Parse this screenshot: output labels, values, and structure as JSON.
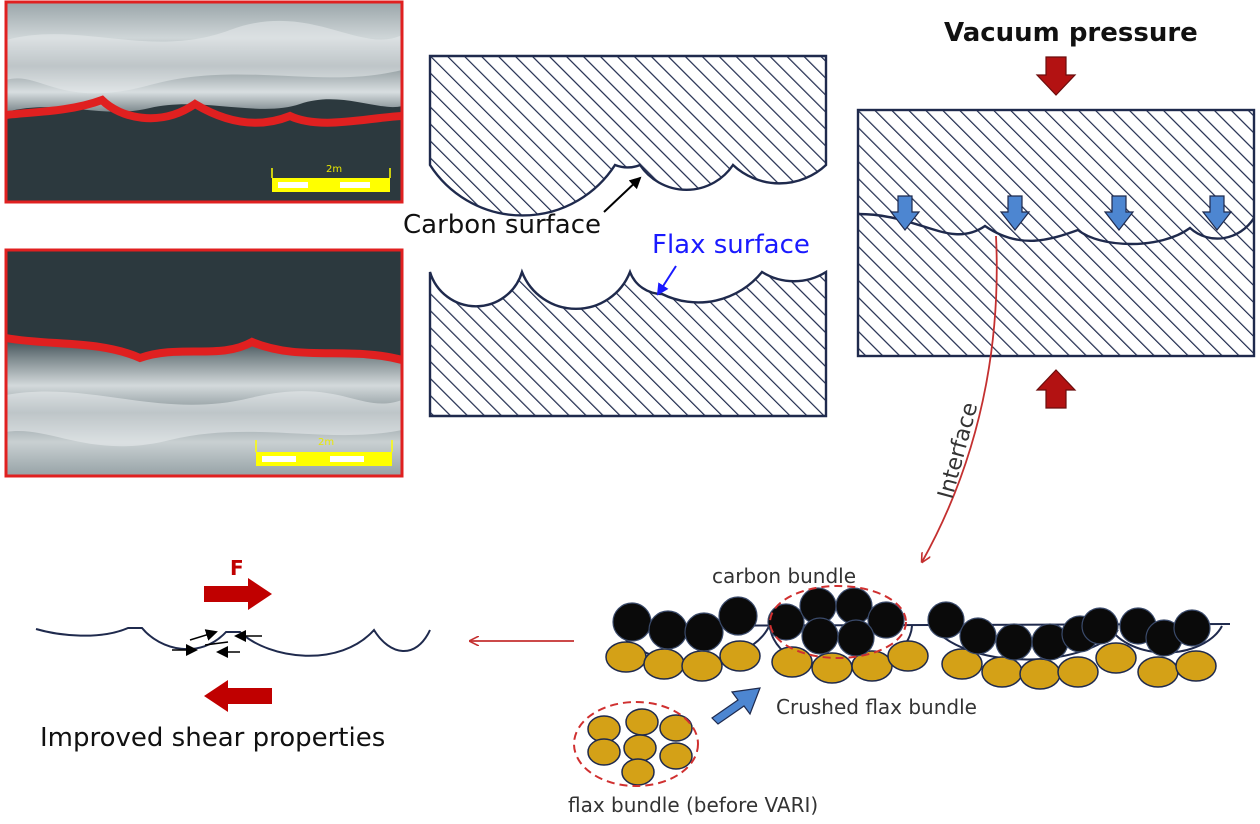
{
  "labels": {
    "carbon_surface": "Carbon surface",
    "flax_surface": "Flax surface",
    "vacuum_pressure": "Vacuum pressure",
    "interface": "Interface",
    "carbon_bundle": "carbon bundle",
    "crushed_flax_bundle": "Crushed flax bundle",
    "flax_bundle_before": "flax bundle (before VARI)",
    "force": "F",
    "improved_shear": "Improved shear properties",
    "scale_top": "2m",
    "scale_bottom": "2m"
  },
  "colors": {
    "outline_navy": "#1f2a4d",
    "red_arrow": "#b31212",
    "blue_arrow": "#4d86d1",
    "micrograph_border": "#e02020",
    "carbon_fiber": "#0a0a0a",
    "flax_fiber": "#d4a117",
    "scale_bar": "#ffff00",
    "label_blue": "#1a1aff"
  },
  "icons": {
    "pressure_arrow": "down-arrow-icon",
    "pressure_arrow_up": "up-arrow-icon",
    "blue_arrows": "down-arrow-icon",
    "crush_arrow": "diagonal-arrow-icon",
    "force_arrow_right": "right-arrow-icon",
    "force_arrow_left": "left-arrow-icon"
  }
}
